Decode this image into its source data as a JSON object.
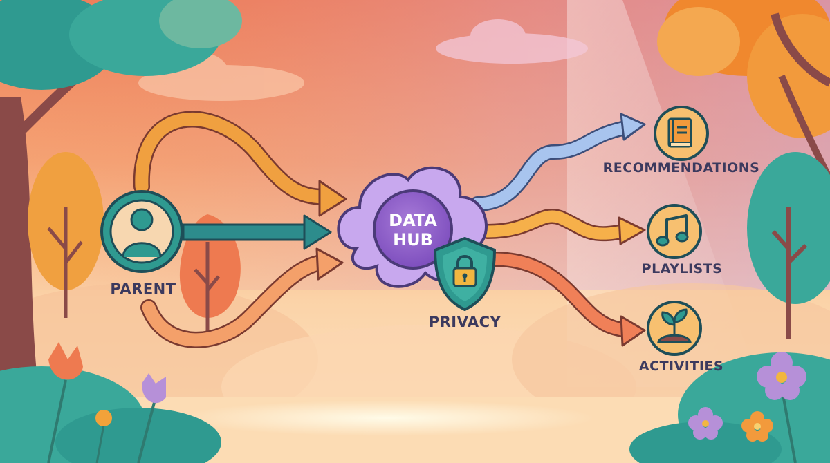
{
  "diagram": {
    "source_label": "PARENT",
    "hub_line1": "DATA",
    "hub_line2": "HUB",
    "privacy_label": "PRIVACY",
    "outputs": [
      {
        "label": "RECOMMENDATIONS",
        "icon": "book-icon",
        "color": "#3a9fa0"
      },
      {
        "label": "PLAYLISTS",
        "icon": "music-note-icon",
        "color": "#f2a23a"
      },
      {
        "label": "ACTIVITIES",
        "icon": "sprout-icon",
        "color": "#ef7850"
      }
    ]
  },
  "colors": {
    "hub": "#8c5cc8",
    "hub_cloud": "#c8a8ee",
    "shield": "#2f9a90",
    "lock": "#f2b640",
    "arrow_top": "#f0a040",
    "arrow_middle": "#2d8c8c",
    "arrow_bottom": "#f4a06a",
    "arrow_out_top": "#a8c4ee",
    "arrow_out_middle": "#f6b04a",
    "arrow_out_bottom": "#f08058",
    "label_text": "#3c3a5e"
  }
}
